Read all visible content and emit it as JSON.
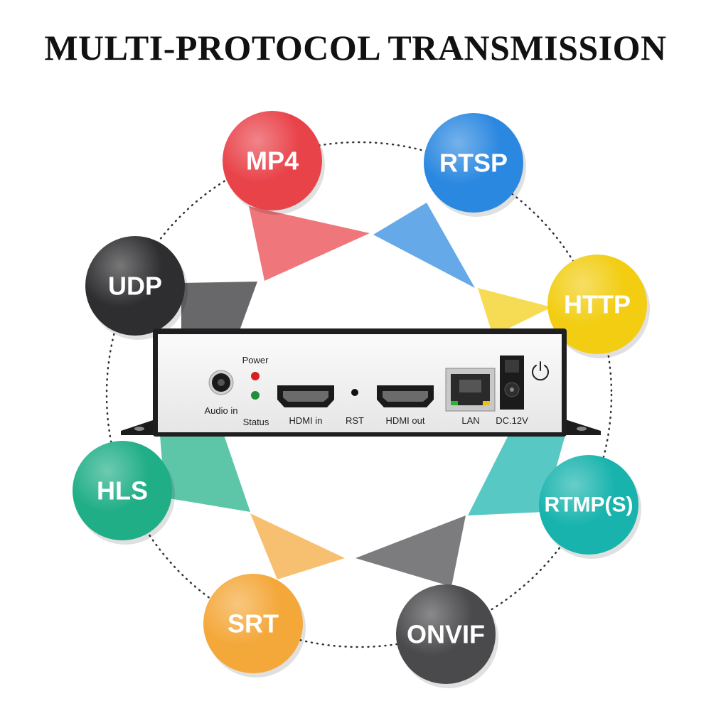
{
  "title": "MULTI-PROTOCOL TRANSMISSION",
  "protocols": [
    {
      "label": "MP4",
      "color": "#e9434a"
    },
    {
      "label": "RTSP",
      "color": "#2b88e0"
    },
    {
      "label": "UDP",
      "color": "#2e2e30"
    },
    {
      "label": "HTTP",
      "color": "#f2cd12"
    },
    {
      "label": "HLS",
      "color": "#1fae86"
    },
    {
      "label": "RTMP(S)",
      "color": "#18b3ad"
    },
    {
      "label": "SRT",
      "color": "#f4a83a"
    },
    {
      "label": "ONVIF",
      "color": "#4a4a4c"
    }
  ],
  "device": {
    "labels": {
      "power": "Power",
      "status": "Status",
      "audio_in": "Audio in",
      "hdmi_in": "HDMI in",
      "rst": "RST",
      "hdmi_out": "HDMI out",
      "lan": "LAN",
      "dc": "DC.12V"
    },
    "colors": {
      "power_led": "#d42020",
      "status_led": "#1f8f3a"
    }
  }
}
